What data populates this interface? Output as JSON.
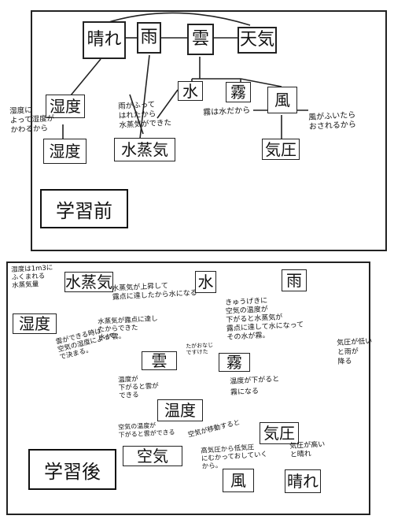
{
  "before": {
    "title": "学習前",
    "nodes": {
      "hare": "晴れ",
      "ame": "雨",
      "kumo": "雲",
      "tenki": "天気",
      "shitsudo_1": "湿度",
      "shitsudo_2": "湿度",
      "suijouki": "水蒸気",
      "mizu": "水",
      "kiri": "霧",
      "kaze": "風",
      "kiatsu": "気圧"
    },
    "notes": {
      "humidity": "湿度に\nよって湿度が\nかわるから",
      "rain": "雨がふって\nはれたから\n水蒸気ができた",
      "fog": "霧は水だから",
      "wind": "風がふいたら\nおされるから"
    }
  },
  "after": {
    "title": "学習後",
    "nodes": {
      "suijouki": "水蒸気",
      "mizu": "水",
      "ame": "雨",
      "shitsudo": "湿度",
      "kumo": "雲",
      "kiri": "霧",
      "ondo": "温度",
      "kiatsu": "気圧",
      "kuuki": "空気",
      "kaze": "風",
      "hare": "晴れ"
    },
    "notes": {
      "n1": "湿度は1m3に\nふくまれる\n水蒸気量",
      "n2": "水蒸気が上昇して\n露点に達したから水になる",
      "n3": "きゅうげきに\n空気の温度が\n下がると水蒸気が\n露点に達して水になって\nその水が霧。",
      "n4": "水蒸気が露点に達し\nたからできた\n水が雲。",
      "n5": "雲ができる時は\n空気の湿度によって\nで決まる。",
      "n6": "たがおなじ\nですけた",
      "n7": "温度が下がると\n霧になる",
      "n8": "温度が\n下がると雲が\nできる",
      "n9": "空気の温度が\n下がると雲ができる",
      "n10": "空気が移動すると",
      "n11": "高気圧から低気圧\nにむかっておしていく\nから。",
      "n12": "気圧が低い\nと雨が\n降る",
      "n13": "気圧が高い\nと晴れ"
    }
  }
}
